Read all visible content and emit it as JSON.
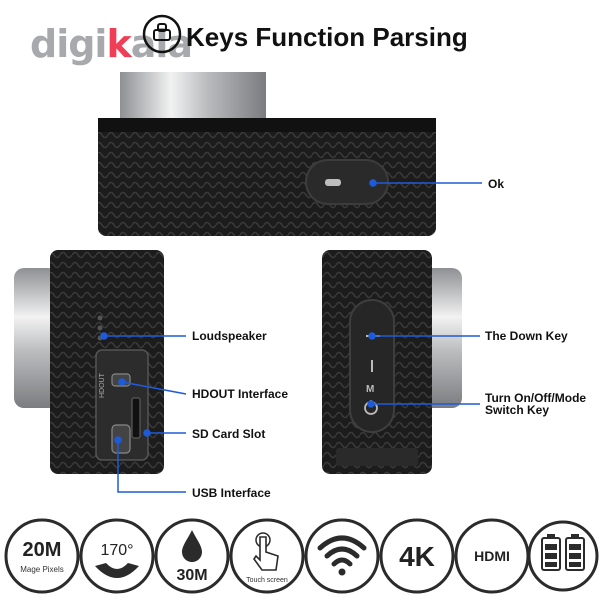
{
  "header": {
    "logo_prefix": "digi",
    "logo_accent": "k",
    "logo_suffix": "ala",
    "title": "Keys Function Parsing"
  },
  "callouts": {
    "ok": "Ok",
    "loudspeaker": "Loudspeaker",
    "hdout": "HDOUT Interface",
    "sd_card": "SD Card Slot",
    "usb": "USB Interface",
    "down_key": "The Down Key",
    "power_line1": "Turn On/Off/Mode",
    "power_line2": "Switch Key"
  },
  "port_labels": {
    "hdout": "HDOUT",
    "mode": "M"
  },
  "features": {
    "megapixels": {
      "value": "20M",
      "sub": "Mage Pixels"
    },
    "angle": {
      "value": "170°"
    },
    "waterproof": {
      "value": "30M"
    },
    "touch": {
      "sub": "Touch screen"
    },
    "resolution": {
      "value": "4K"
    },
    "hdmi": {
      "value": "HDMI"
    }
  },
  "colors": {
    "callout_line": "#1e5bd8",
    "callout_dot": "#1e5bd8",
    "camera_body": "#1a1a1a",
    "logo_gray": "#a7a9ac",
    "logo_red": "#ef3f56"
  }
}
